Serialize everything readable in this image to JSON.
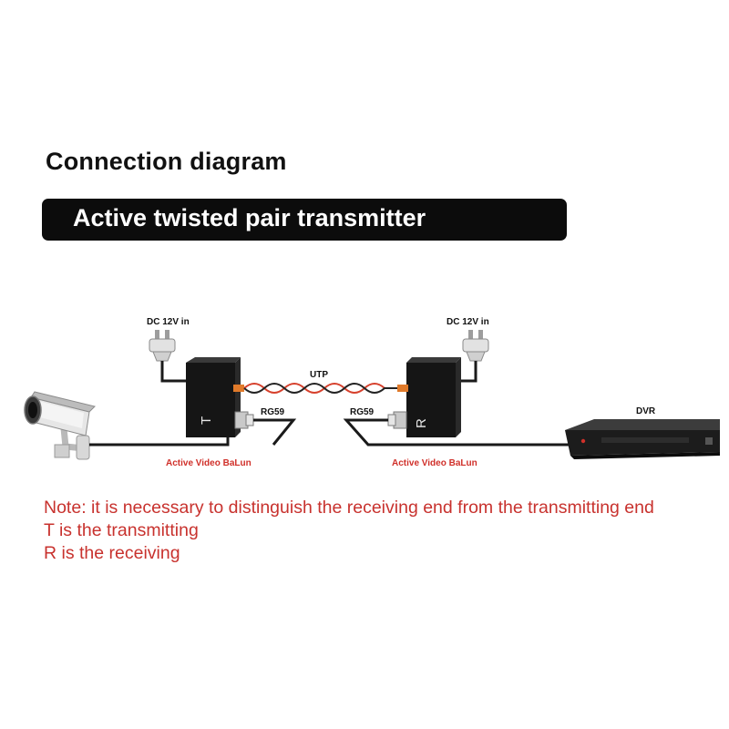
{
  "header": {
    "title": "Connection diagram",
    "banner": "Active twisted pair transmitter"
  },
  "diagram": {
    "power_left": "DC 12V in",
    "power_right": "DC 12V in",
    "cable_middle": "UTP",
    "coax_left": "RG59",
    "coax_right": "RG59",
    "device_left_letter": "T",
    "device_right_letter": "R",
    "balun_left_caption": "Active Video BaLun",
    "balun_right_caption": "Active Video BaLun",
    "recorder_label": "DVR",
    "icons": [
      "cctv-camera-icon",
      "power-plug-icon",
      "balun-transmitter-icon",
      "balun-receiver-icon",
      "dvr-recorder-icon"
    ],
    "colors": {
      "caption_red": "#d0302a",
      "utp_orange": "#e07a2a",
      "device_body": "#111111"
    }
  },
  "notes": {
    "line1": "Note: it is necessary to distinguish the receiving end from the transmitting end",
    "line2": "T is the transmitting",
    "line3": "R is the receiving",
    "color": "#c8322e"
  }
}
